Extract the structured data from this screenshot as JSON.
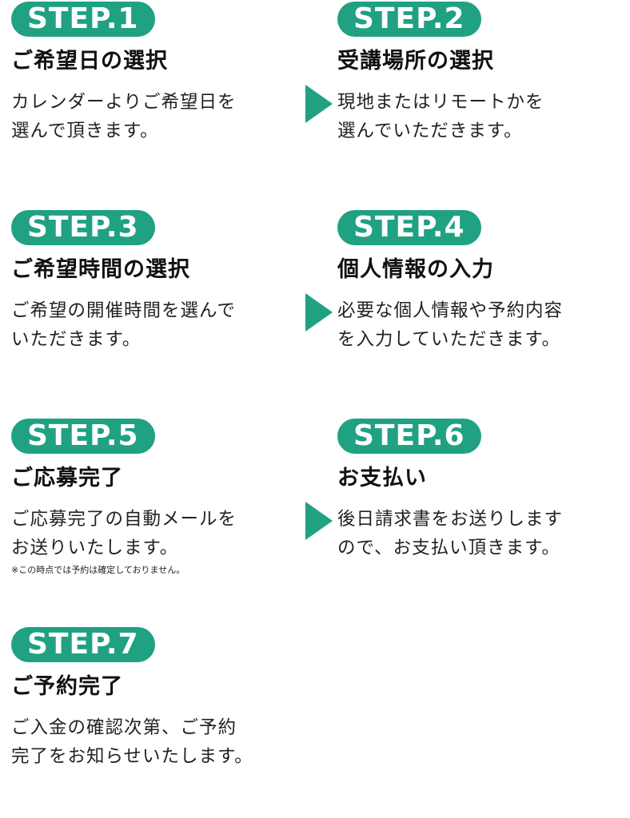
{
  "steps": [
    {
      "label": "STEP.1",
      "title": "ご希望日の選択",
      "description": "カレンダーよりご希望日を\n選んで頂きます。"
    },
    {
      "label": "STEP.2",
      "title": "受講場所の選択",
      "description": "現地またはリモートかを\n選んでいただきます。"
    },
    {
      "label": "STEP.3",
      "title": "ご希望時間の選択",
      "description": "ご希望の開催時間を選んで\nいただきます。"
    },
    {
      "label": "STEP.4",
      "title": "個人情報の入力",
      "description": "必要な個人情報や予約内容\nを入力していただきます。"
    },
    {
      "label": "STEP.5",
      "title": "ご応募完了",
      "description": "ご応募完了の自動メールを\nお送りいたします。",
      "note": "※この時点では予約は確定しておりません。"
    },
    {
      "label": "STEP.6",
      "title": "お支払い",
      "description": "後日請求書をお送りします\nので、お支払い頂きます。"
    },
    {
      "label": "STEP.7",
      "title": "ご予約完了",
      "description": "ご入金の確認次第、ご予約\n完了をお知らせいたします。"
    }
  ],
  "arrows": [
    "arrow-right-icon",
    "arrow-right-icon",
    "arrow-right-icon"
  ],
  "colors": {
    "accent": "#1fa182",
    "text": "#222222",
    "background": "#ffffff"
  }
}
